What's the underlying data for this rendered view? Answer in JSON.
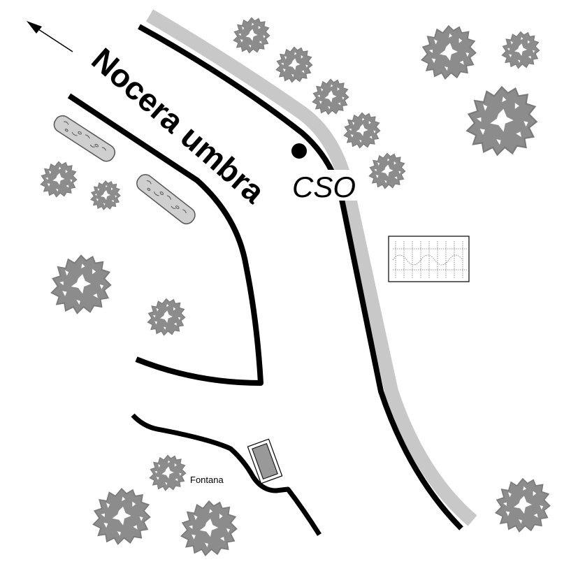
{
  "map": {
    "labels": {
      "town": "Nocera umbra",
      "marker": "CSO",
      "fountain": "Fontana"
    },
    "colors": {
      "road": "#000000",
      "river": "#c8c8c8",
      "tree": "#8c8c8c",
      "background": "#ffffff"
    },
    "icons": {
      "direction": "arrow-up-left-icon",
      "marker": "filled-circle-icon",
      "tree": "tree-canopy-icon",
      "log": "log-icon",
      "field": "field-icon",
      "fountain": "fountain-icon"
    }
  }
}
